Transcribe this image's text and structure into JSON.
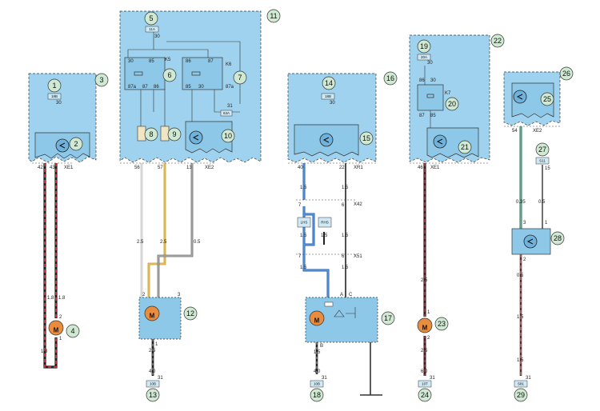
{
  "callouts": [
    {
      "id": "c1",
      "text": "1"
    },
    {
      "id": "c2",
      "text": "2"
    },
    {
      "id": "c3",
      "text": "3"
    },
    {
      "id": "c4",
      "text": "4"
    },
    {
      "id": "c5",
      "text": "5"
    },
    {
      "id": "c6",
      "text": "6"
    },
    {
      "id": "c7",
      "text": "7"
    },
    {
      "id": "c8",
      "text": "8"
    },
    {
      "id": "c9",
      "text": "9"
    },
    {
      "id": "c10",
      "text": "10"
    },
    {
      "id": "c11",
      "text": "11"
    },
    {
      "id": "c12",
      "text": "12"
    },
    {
      "id": "c13",
      "text": "13"
    },
    {
      "id": "c14",
      "text": "14"
    },
    {
      "id": "c15",
      "text": "15"
    },
    {
      "id": "c16",
      "text": "16"
    },
    {
      "id": "c17",
      "text": "17"
    },
    {
      "id": "c18",
      "text": "18"
    },
    {
      "id": "c19",
      "text": "19"
    },
    {
      "id": "c20",
      "text": "20"
    },
    {
      "id": "c21",
      "text": "21"
    },
    {
      "id": "c22",
      "text": "22"
    },
    {
      "id": "c23",
      "text": "23"
    },
    {
      "id": "c24",
      "text": "24"
    },
    {
      "id": "c25",
      "text": "25"
    },
    {
      "id": "c26",
      "text": "26"
    },
    {
      "id": "c27",
      "text": "27"
    },
    {
      "id": "c28",
      "text": "28"
    },
    {
      "id": "c29",
      "text": "29"
    }
  ],
  "tags": {
    "t1": "18B",
    "t5": "11A",
    "t11": "63A",
    "t14": "18B",
    "t19": "20A",
    "t27": "S11",
    "t13": "10B",
    "t18": "10B",
    "t24": "10T",
    "t29": "S81",
    "lhs": "LHS",
    "rhs": "RHS"
  },
  "labels": {
    "l1_30": "30",
    "l5_30": "30",
    "l14_30": "30",
    "l19_30": "30",
    "l27_15": "15",
    "k5": "K5",
    "k6": "K6",
    "k7": "K7",
    "r30a": "30",
    "r85a": "85",
    "r87aa": "87a",
    "r87a": "87",
    "r86a": "86",
    "r86b": "86",
    "r87b": "87",
    "r85b": "85",
    "r30b": "30",
    "r87ab": "87a",
    "r86c": "86",
    "r30c": "30",
    "r87c": "87",
    "r85c": "85",
    "k31": "31",
    "xe1_3": "XE1",
    "xe2_11": "XE2",
    "xr1": "XR1",
    "xe1_22": "XE1",
    "xe2_26": "XE2",
    "x42": "X42",
    "x51": "X51",
    "p42": "42",
    "p43": "43",
    "p56": "56",
    "p57": "57",
    "p13": "13",
    "p40": "40",
    "p22": "22",
    "p46": "46",
    "p54": "54",
    "w18a": "1.8",
    "w18b": "1.8",
    "w18c": "1.8",
    "w25a": "2.5",
    "w25b": "2.5",
    "w05a": "0.5",
    "w25c": "2.5",
    "w40a": "4.0",
    "w15a": "1.5",
    "w15b": "1.5",
    "w15c": "1.5",
    "w15d": "1.5",
    "w15e": "1.5",
    "w15f": "1.5",
    "w15g": "1.5",
    "w15h": "1.5",
    "w40b": "4.0",
    "w25d": "2.5",
    "w25e": "2.5",
    "w60": "6.0",
    "w035": "0.35",
    "w05b": "0.5",
    "w05c": "0.5",
    "w15i": "1.5",
    "w15j": "1.5",
    "x7a": "7",
    "x6a": "6",
    "x7b": "7",
    "x6b": "6",
    "pA": "A",
    "pC": "C",
    "pB": "B",
    "m4_2": "2",
    "m4_1": "1",
    "m12_2": "2",
    "m12_3": "3",
    "m12_1": "1",
    "m23_1": "1",
    "m23_2": "2",
    "d28_3": "3",
    "d28_1": "1",
    "d28_2": "2",
    "g13": "31",
    "g18": "31",
    "g24": "31",
    "g29": "31",
    "m4": "M",
    "m12": "M",
    "m17": "M",
    "m23": "M"
  }
}
